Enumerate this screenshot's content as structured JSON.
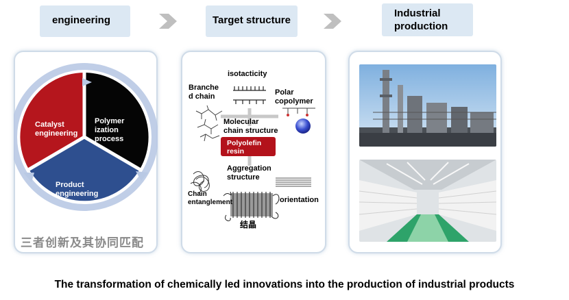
{
  "header": {
    "step1": "engineering",
    "step2": "Target structure",
    "step3_line1": "Industrial",
    "step3_line2": "production"
  },
  "left_panel": {
    "catalyst_line1": "Catalyst",
    "catalyst_line2": "engineering",
    "polymer_line1": "Polymer",
    "polymer_line2": "ization",
    "polymer_line3": "process",
    "product_line1": "Product",
    "product_line2": "engineering",
    "chinese_caption": "三者创新及其协同匹配",
    "colors": {
      "catalyst": "#b5161d",
      "polymer": "#050505",
      "product": "#2e4f8f",
      "ring": "#b9c9e4"
    }
  },
  "middle_panel": {
    "isotacticity": "isotacticity",
    "branched_line1": "Branche",
    "branched_line2": "d chain",
    "polar_line1": "Polar",
    "polar_line2": "copolymer",
    "molecular_line1": "Molecular",
    "molecular_line2": "chain structure",
    "resin_line1": "Polyolefin",
    "resin_line2": "resin",
    "aggregation_line1": "Aggregation",
    "aggregation_line2": "structure",
    "entangle_line1": "Chain",
    "entangle_line2": "entanglement",
    "orientation": "orientation",
    "crystal": "结晶",
    "colors": {
      "resin_box": "#b3121b"
    }
  },
  "caption": "The transformation of chemically led innovations into the production of industrial products"
}
